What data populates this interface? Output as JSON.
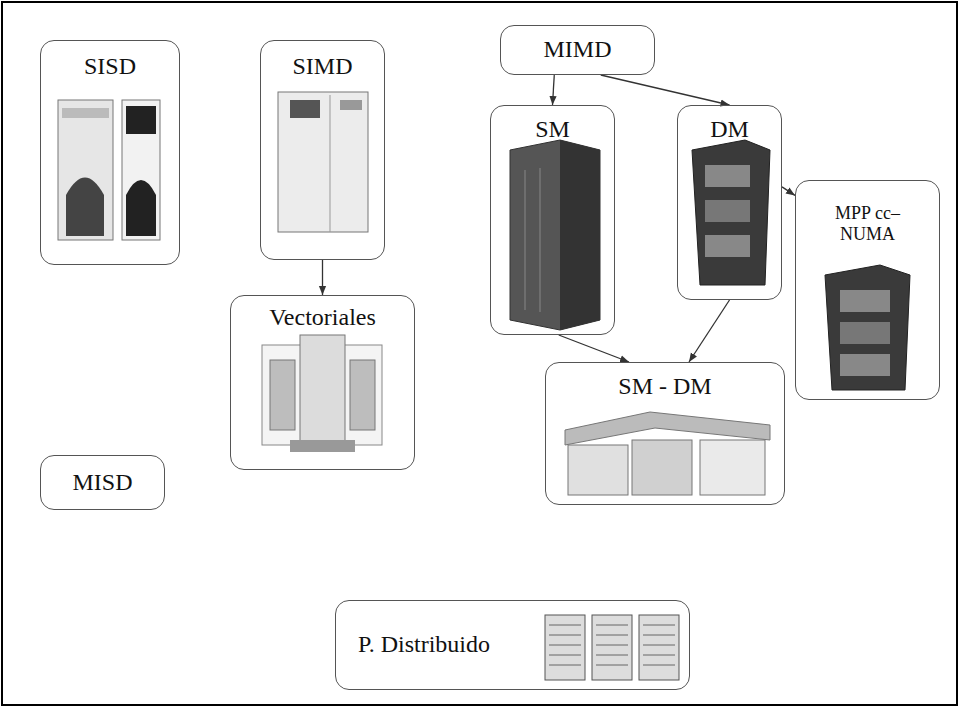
{
  "diagram": {
    "nodes": [
      {
        "text": [
          "SISD"
        ]
      },
      {
        "text": [
          "SIMD"
        ]
      },
      {
        "text": [
          "MIMD"
        ]
      },
      {
        "text": [
          "SM"
        ]
      },
      {
        "text": [
          "DM"
        ]
      },
      {
        "text": [
          "MPP cc–NUMA"
        ]
      },
      {
        "text": [
          "Vectoriales"
        ]
      },
      {
        "text": [
          "SM - DM"
        ]
      },
      {
        "text": [
          "MISD"
        ]
      },
      {
        "text": [
          "P. Distribuido"
        ]
      }
    ],
    "edges": [
      {
        "from": 1,
        "to": 6,
        "arrow": "to"
      },
      {
        "from": 2,
        "to": 3,
        "arrow": "to"
      },
      {
        "from": 2,
        "to": 4,
        "arrow": "to"
      },
      {
        "from": 4,
        "to": 5,
        "arrow": "to"
      },
      {
        "from": 3,
        "to": 7,
        "arrow": "to"
      },
      {
        "from": 4,
        "to": 7,
        "arrow": "to"
      }
    ]
  }
}
